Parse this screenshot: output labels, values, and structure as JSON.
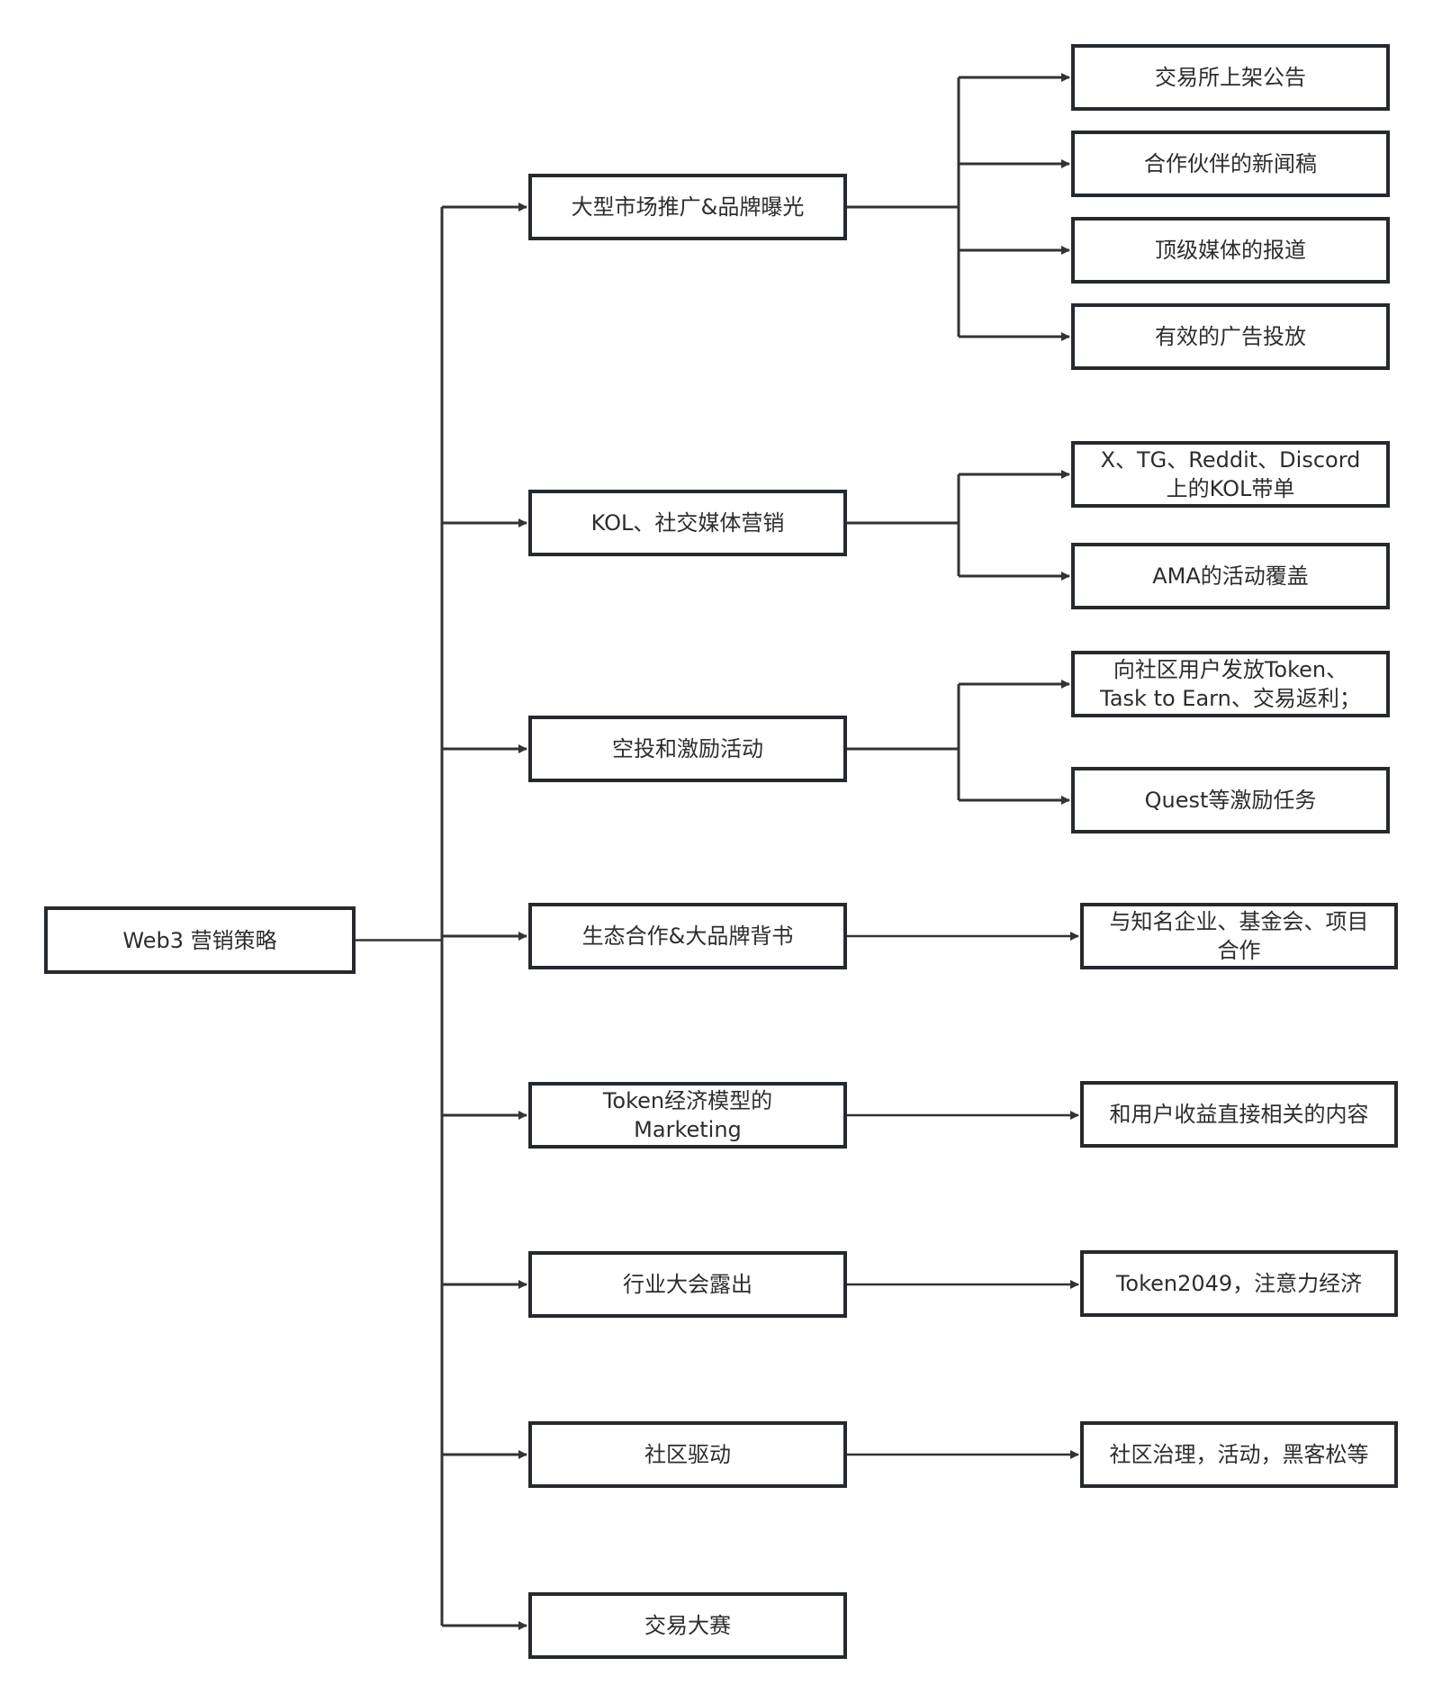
{
  "diagram": {
    "type": "tree",
    "root": {
      "id": "root",
      "label": "Web3 营销策略"
    },
    "branches": [
      {
        "id": "b1",
        "label": "大型市场推广&品牌曝光",
        "children": [
          "交易所上架公告",
          "合作伙伴的新闻稿",
          "顶级媒体的报道",
          "有效的广告投放"
        ]
      },
      {
        "id": "b2",
        "label": "KOL、社交媒体营销",
        "children": [
          "X、TG、Reddit、Discord\n上的KOL带单",
          "AMA的活动覆盖"
        ]
      },
      {
        "id": "b3",
        "label": "空投和激励活动",
        "children": [
          "向社区用户发放Token、\nTask to Earn、交易返利；",
          "Quest等激励任务"
        ]
      },
      {
        "id": "b4",
        "label": "生态合作&大品牌背书",
        "children": [
          "与知名企业、基金会、项目\n合作"
        ]
      },
      {
        "id": "b5",
        "label": "Token经济模型的\nMarketing",
        "children": [
          "和用户收益直接相关的内容"
        ]
      },
      {
        "id": "b6",
        "label": "行业大会露出",
        "children": [
          "Token2049，注意力经济"
        ]
      },
      {
        "id": "b7",
        "label": "社区驱动",
        "children": [
          "社区治理，活动，黑客松等"
        ]
      },
      {
        "id": "b8",
        "label": "交易大赛",
        "children": []
      }
    ]
  },
  "colors": {
    "stroke": "#262a2e",
    "line": "#333333",
    "text": "#2d2d2d",
    "background": "#ffffff"
  }
}
